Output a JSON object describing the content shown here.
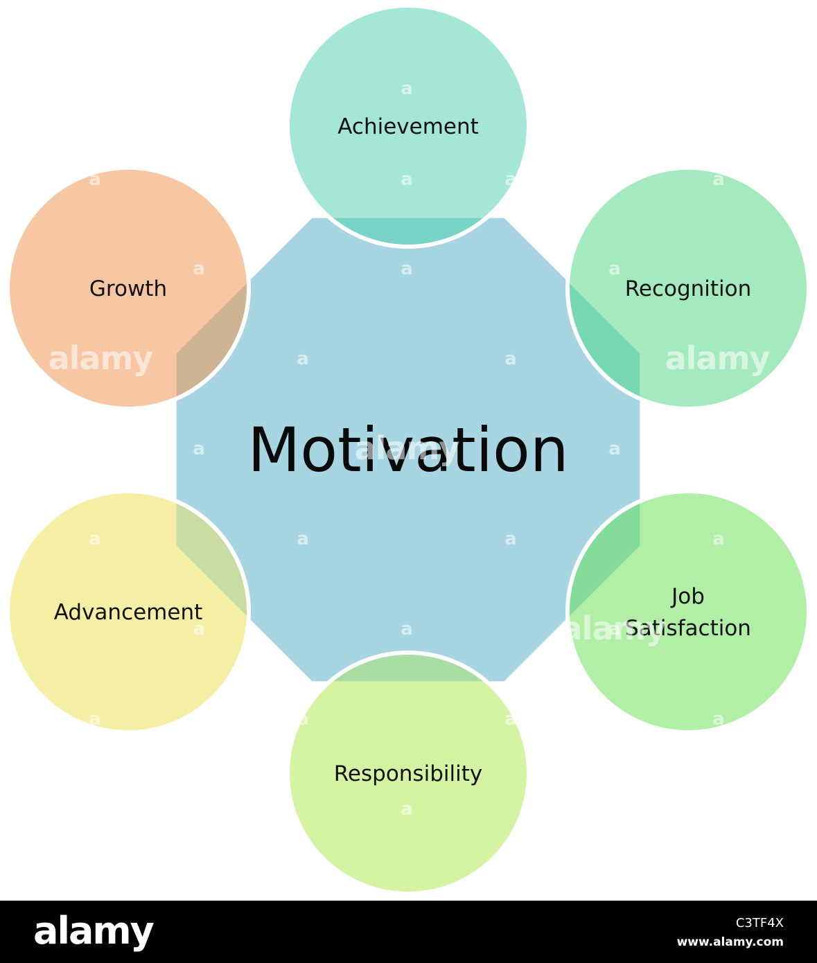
{
  "diagram": {
    "center": {
      "label": "Motivation",
      "fill": "#a7d5e2"
    },
    "nodes": [
      {
        "id": "achievement",
        "label": "Achievement",
        "fill": "#a5e7d7"
      },
      {
        "id": "recognition",
        "label": "Recognition",
        "fill": "#a5eabf"
      },
      {
        "id": "job-satisfaction",
        "label": "Job\nSatisfaction",
        "fill": "#b1efa7"
      },
      {
        "id": "responsibility",
        "label": "Responsibility",
        "fill": "#d5f4a3"
      },
      {
        "id": "advancement",
        "label": "Advancement",
        "fill": "#f4efa5"
      },
      {
        "id": "growth",
        "label": "Growth",
        "fill": "#f7c7a3"
      }
    ],
    "overlaps": {
      "achievement": "#79d4c8",
      "recognition": "#77d9b3",
      "job-satisfaction": "#83dc9a",
      "responsibility": "#a8dda4",
      "advancement": "#c8dca3",
      "growth": "#cdb495"
    }
  },
  "watermark": {
    "mark": "a",
    "word": "alamy"
  },
  "footer": {
    "logo": "alamy",
    "image_id": "C3TF4X",
    "url": "www.alamy.com"
  }
}
